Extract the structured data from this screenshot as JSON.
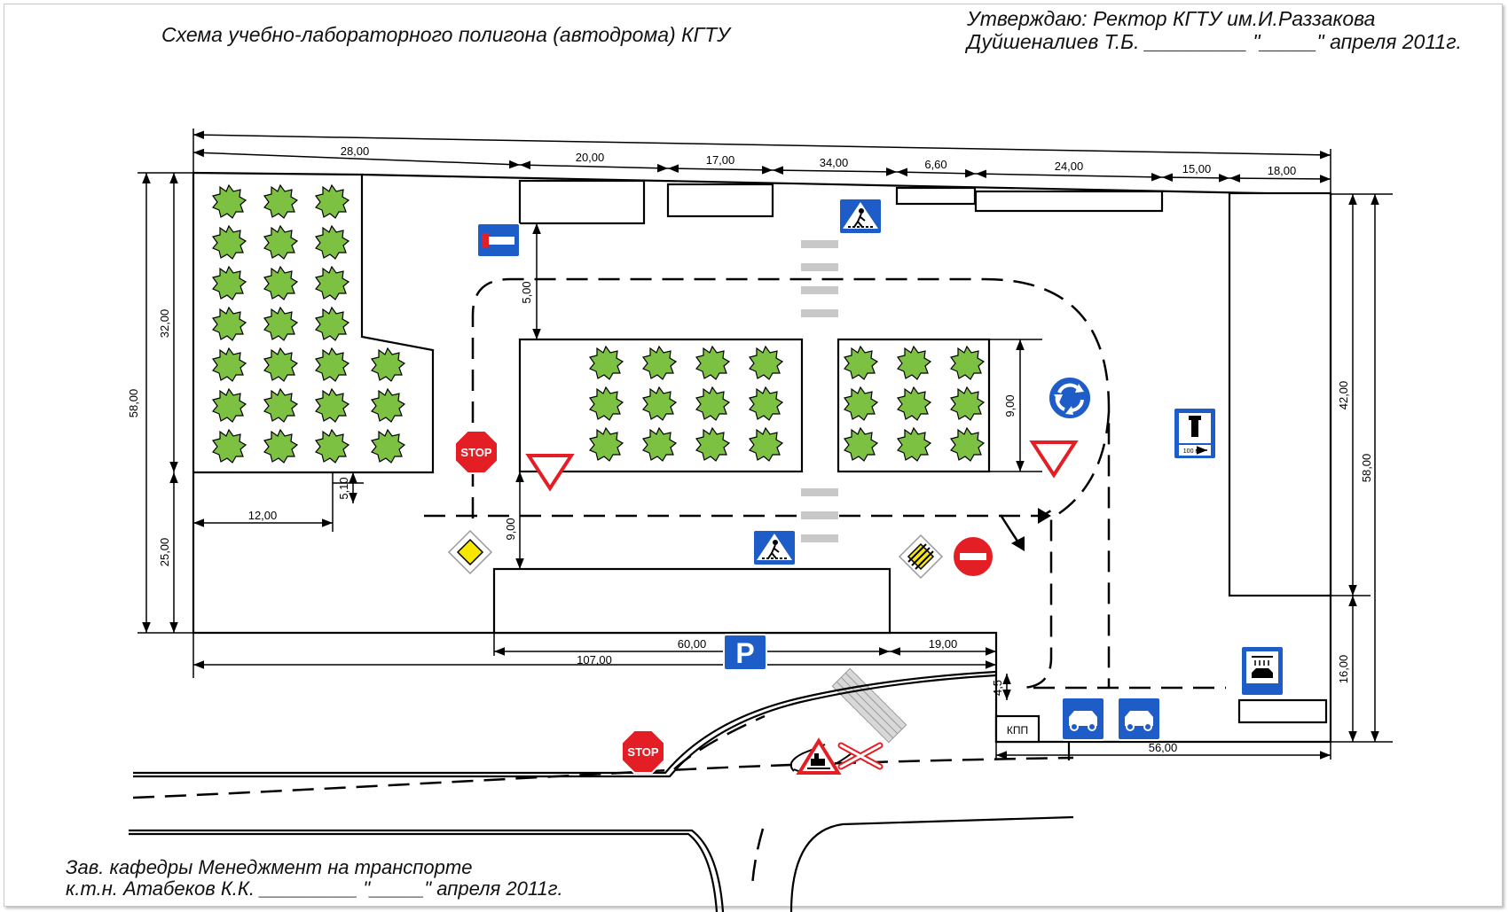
{
  "header": {
    "title": "Схема учебно-лабораторного полигона (автодрома)  КГТУ",
    "approve_line1": "Утверждаю: Ректор КГТУ им.И.Раззакова",
    "approve_line2": "Дуйшеналиев Т.Б. _________    \"_____\" апреля 2011г."
  },
  "footer": {
    "line1": "Зав. кафедры Менеджмент на транспорте",
    "line2": "к.т.н. Атабеков К.К.  _________   \"_____\" апреля 2011г."
  },
  "dimensions": {
    "overall_top": "",
    "d_28": "28,00",
    "d_20": "20,00",
    "d_17": "17,00",
    "d_34": "34,00",
    "d_660": "6,60",
    "d_24": "24,00",
    "d_15": "15,00",
    "d_18": "18,00",
    "d_58_left": "58,00",
    "d_32": "32,00",
    "d_25": "25,00",
    "d_12": "12,00",
    "d_510": "5,10",
    "d_5": "5,00",
    "d_9_mid": "9,00",
    "d_9_right": "9,00",
    "d_60": "60,00",
    "d_19": "19,00",
    "d_107": "107,00",
    "d_45": "4,5",
    "d_56": "56,00",
    "d_42": "42,00",
    "d_58_right": "58,00",
    "d_16": "16,00"
  },
  "labels": {
    "kpp": "КПП",
    "stop": "STOP",
    "parking": "P",
    "distance": "100 м"
  },
  "colors": {
    "tree_fill": "#7dc142",
    "sign_blue": "#1e5cc8",
    "sign_red": "#e31e24",
    "sign_yellow": "#f7e600",
    "line": "#000000"
  },
  "icons": [
    "dead-end-sign-icon",
    "pedestrian-crossing-sign-icon",
    "stop-sign-icon",
    "yield-sign-icon",
    "priority-road-sign-icon",
    "end-priority-road-sign-icon",
    "no-entry-sign-icon",
    "roundabout-sign-icon",
    "fuel-station-sign-icon",
    "car-wash-sign-icon",
    "parking-sign-icon",
    "car-lane-sign-icon",
    "railway-crossing-warning-icon",
    "railway-cross-icon",
    "tree-icon",
    "turn-arrow-icon"
  ]
}
